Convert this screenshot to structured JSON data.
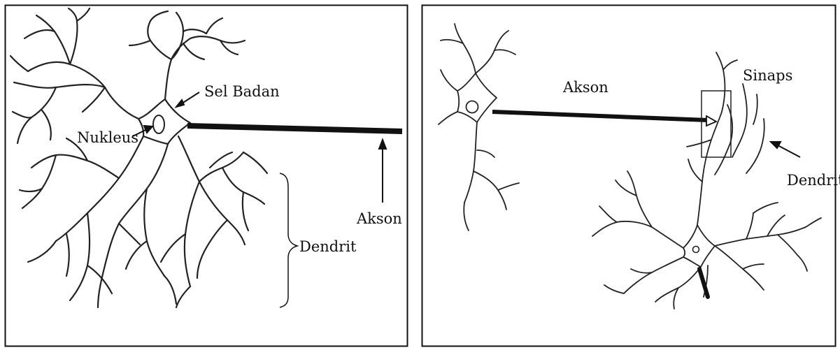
{
  "left_panel": {
    "labels": {
      "cell_body": "Sel Badan",
      "nucleus": "Nukleus",
      "axon": "Akson",
      "dendrite": "Dendrit"
    }
  },
  "right_panel": {
    "labels": {
      "axon": "Akson",
      "synapse": "Sinaps",
      "dendrite": "Dendrit"
    }
  }
}
